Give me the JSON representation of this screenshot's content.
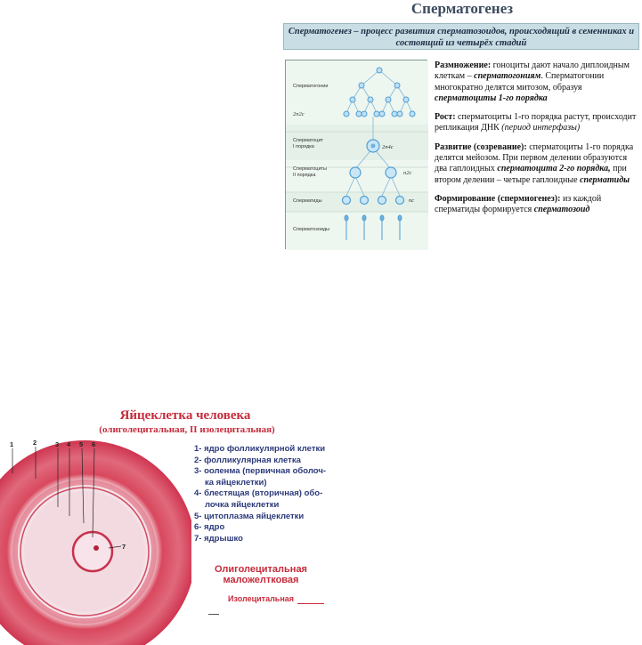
{
  "title": "Сперматогенез",
  "definition": {
    "term": "Сперматогенез",
    "text": " – процесс развития сперматозоидов, происходящий в семенниках и состоящий из четырёх стадий"
  },
  "diagram": {
    "labels": {
      "spermatogonia": "Сперматогонии",
      "formula1": "2n2c",
      "spermatocyte1_a": "Сперматоцит",
      "spermatocyte1_b": "I порядка",
      "formula2": "2n4c",
      "spermatocyte2_a": "Сперматоциты",
      "spermatocyte2_b": "II порядка",
      "formula3": "n2c",
      "spermatids": "Сперматиды",
      "formula4": "nc",
      "spermatozoa": "Сперматозоиды"
    }
  },
  "stages": [
    {
      "heading": "Размножение:",
      "t1": " гоноциты дают начало диплоидным клеткам – ",
      "e1": "сперматогониям",
      "t2": ". Сперматогонии многократно делятся митозом, образуя ",
      "e2": "сперматоциты 1-го порядка"
    },
    {
      "heading": "Рост:",
      "t1": " сперматоциты 1-го порядка растут, происходит репликация ДНК ",
      "i1": "(период интерфазы)"
    },
    {
      "heading": "Развитие (созревание):",
      "t1": " сперматоциты 1-го порядка делятся мейозом. При первом делении образуются два гаплоидных ",
      "e1": "сперматоцита 2-го порядка,",
      "t2": " при втором делении – четыре гаплоидные ",
      "e2": "сперматиды"
    },
    {
      "heading": "Формирование (спермиогенез):",
      "t1": " из каждой сперматиды формируется ",
      "e1": "сперматозоид"
    }
  ],
  "egg": {
    "title": "Яйцеклетка человека",
    "subtitle": "(олиголецитальная, II изолецитальная)",
    "numbers": [
      "1",
      "2",
      "3",
      "4",
      "5",
      "6",
      "7"
    ],
    "legend": [
      {
        "l1": "1- ядро фолликулярной клетки"
      },
      {
        "l1": "2- фолликулярная клетка"
      },
      {
        "l1": "3- ооленма (первичная оболоч-",
        "l2": "ка яйцеклетки)"
      },
      {
        "l1": "4- блестящая (вторичная) обо-",
        "l2": "лочка яйцеклетки"
      },
      {
        "l1": "5- цитоплазма яйцеклетки"
      },
      {
        "l1": "6- ядро"
      },
      {
        "l1": "7- ядрышко"
      }
    ],
    "oligo_line1": "Олиголецитальная",
    "oligo_line2": "маложелтковая",
    "iso": "Изолецитальная"
  },
  "colors": {
    "title": "#3b4a5e",
    "definition_bg": "#c9dde4",
    "egg_red": "#c62b3b",
    "legend_blue": "#2c3a7a",
    "cell_blue": "#5aa7d8"
  }
}
